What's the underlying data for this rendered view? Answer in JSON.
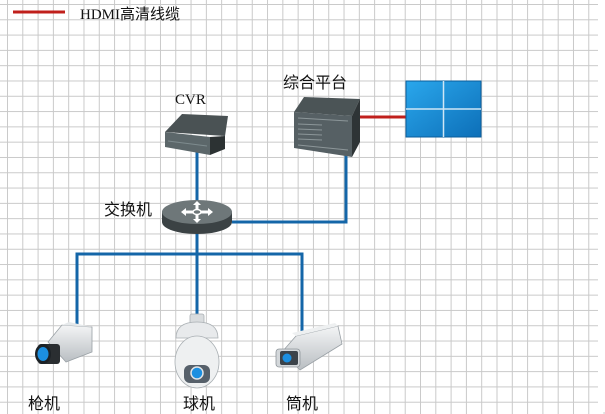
{
  "legend": {
    "line_color": "#c0201c",
    "label": "HDMI高清线缆"
  },
  "colors": {
    "network_line": "#1466a8",
    "hdmi_line": "#c0201c",
    "device_dark": "#3d4446",
    "screen_blue": "#1a8fd6"
  },
  "nodes": {
    "cvr": {
      "label": "CVR",
      "icon": "nvr-recorder-icon"
    },
    "platform": {
      "label": "综合平台",
      "icon": "server-chassis-icon"
    },
    "video_wall": {
      "label": "",
      "icon": "video-wall-icon"
    },
    "switch": {
      "label": "交换机",
      "icon": "network-switch-icon"
    },
    "bullet_cam": {
      "label": "枪机",
      "icon": "box-camera-icon"
    },
    "dome_cam": {
      "label": "球机",
      "icon": "ptz-dome-camera-icon"
    },
    "tube_cam": {
      "label": "筒机",
      "icon": "bullet-camera-icon"
    }
  }
}
